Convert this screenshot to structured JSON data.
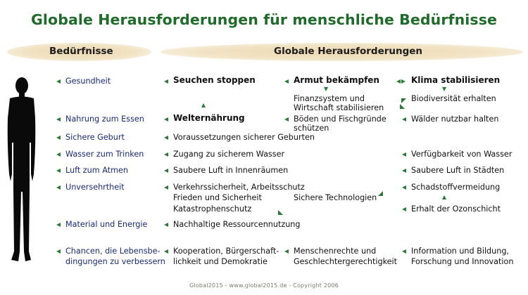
{
  "title": "Globale Herausforderungen für menschliche Bedürfnisse",
  "headers": {
    "needs": "Bedürfnisse",
    "challenges": "Globale Herausforderungen"
  },
  "needs": [
    "Gesundheit",
    "Nahrung zum Essen",
    "Sichere Geburt",
    "Wasser zum Trinken",
    "Luft zum Atmen",
    "Unversehrtheit",
    "Material und Energie",
    "Chancen, die Lebensbe-",
    "dingungen zu verbessern"
  ],
  "challenges": {
    "seuchen": "Seuchen stoppen",
    "armut": "Armut bekämpfen",
    "klima": "Klima stabilisieren",
    "finanz_1": "Finanzsystem und",
    "finanz_2": "Wirtschaft stabilisieren",
    "biodiv": "Biodiversität erhalten",
    "welternaehrung": "Welternährung",
    "boeden_1": "Böden und Fischgründe",
    "boeden_2": "schützen",
    "waelder": "Wälder nutzbar halten",
    "geburten": "Voraussetzungen sicherer Geburten",
    "zugang_wasser": "Zugang zu sicherem Wasser",
    "verfuegbarkeit_wasser": "Verfügbarkeit von Wasser",
    "luft_innen": "Saubere Luft in Innenräumen",
    "luft_staedte": "Saubere Luft in Städten",
    "verkehr": "Verkehrssicherheit, Arbeitsschutz",
    "frieden": "Frieden und Sicherheit",
    "katastrophen": "Katastrophenschutz",
    "sichere_tech": "Sichere Technologien",
    "schadstoff": "Schadstoffvermeidung",
    "ozon": "Erhalt der Ozonschicht",
    "ressourcen": "Nachhaltige Ressourcennutzung",
    "koop_1": "Kooperation, Bürgerschaft-",
    "koop_2": "lichkeit und Demokratie",
    "menschenrechte_1": "Menschenrechte und",
    "menschenrechte_2": "Geschlechtergerechtigkeit",
    "bildung_1": "Information und Bildung,",
    "bildung_2": "Forschung und Innovation"
  },
  "footer": "Global2015  -  www.global2015.de  -  Copyright 2006",
  "colors": {
    "title": "#1f6b2a",
    "arrow": "#2a7a35",
    "needs_text": "#1a2a78",
    "band": "#ecd9b1"
  }
}
